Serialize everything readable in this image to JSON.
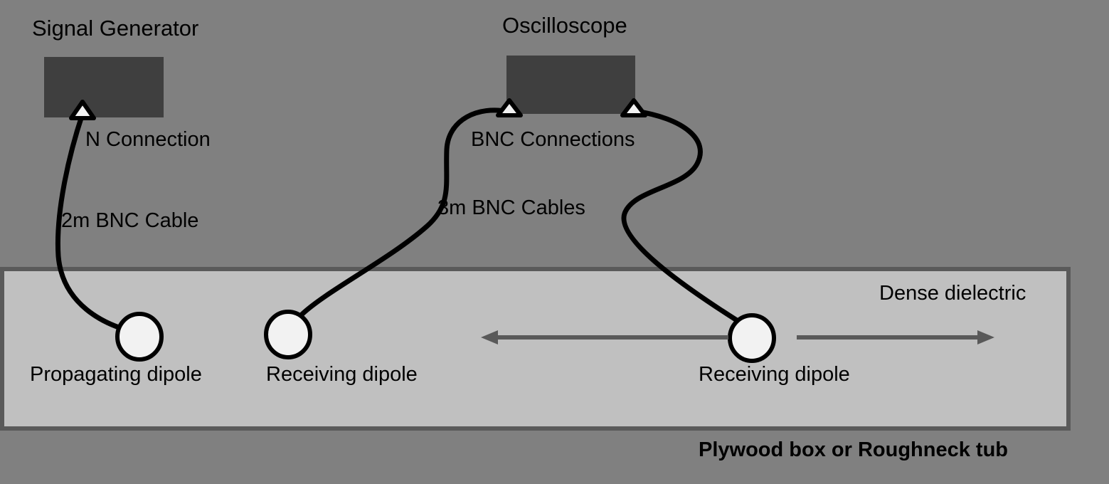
{
  "figure": {
    "background_color": "#808080",
    "dielectric_color": "#c0c0c0",
    "dielectric_border_color": "#5a5a5a",
    "instrument_color": "#3f3f3f",
    "connector_fill": "#f2f2f2",
    "cable_color": "#000000",
    "arrow_color": "#595959"
  },
  "instruments": [
    {
      "id": "signal-generator",
      "label": "Signal Generator"
    },
    {
      "id": "oscilloscope",
      "label": "Oscilloscope"
    }
  ],
  "connectors": [
    {
      "id": "n-connection",
      "label": "N Connection"
    },
    {
      "id": "bnc-connections",
      "label": "BNC Connections"
    }
  ],
  "cables": [
    {
      "id": "cable-2m",
      "label": "2m BNC Cable"
    },
    {
      "id": "cable-3m",
      "label": "3m BNC Cables"
    }
  ],
  "dipoles": [
    {
      "id": "propagating-dipole",
      "label": "Propagating dipole"
    },
    {
      "id": "receiving-dipole-1",
      "label": "Receiving dipole"
    },
    {
      "id": "receiving-dipole-2",
      "label": "Receiving dipole"
    }
  ],
  "medium": {
    "label": "Dense dielectric"
  },
  "container": {
    "caption": "Plywood box or Roughneck tub"
  }
}
